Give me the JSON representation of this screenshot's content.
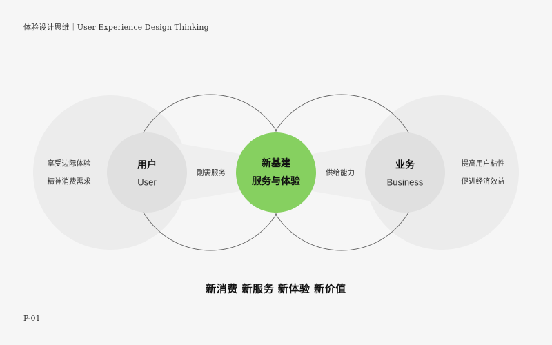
{
  "header": {
    "title": "体验设计思维｜User Experience Design Thinking"
  },
  "page": {
    "number": "P-01"
  },
  "colors": {
    "background": "#f6f6f6",
    "accent_green": "#86d060",
    "outer_circle": "#ececec",
    "inner_circle": "#e0e0e0",
    "ring_stroke": "#666666"
  },
  "diagram": {
    "left_outer": {
      "lines": [
        "享受边际体验",
        "精神消费需求"
      ]
    },
    "user_node": {
      "title_cn": "用户",
      "title_en": "User"
    },
    "left_link": {
      "label": "刚需服务"
    },
    "center_node": {
      "lines": [
        "新基建",
        "服务与体验"
      ]
    },
    "right_link": {
      "label": "供给能力"
    },
    "business_node": {
      "title_cn": "业务",
      "title_en": "Business"
    },
    "right_outer": {
      "lines": [
        "提高用户粘性",
        "促进经济效益"
      ]
    }
  },
  "slogan": "新消费 新服务 新体验 新价值"
}
